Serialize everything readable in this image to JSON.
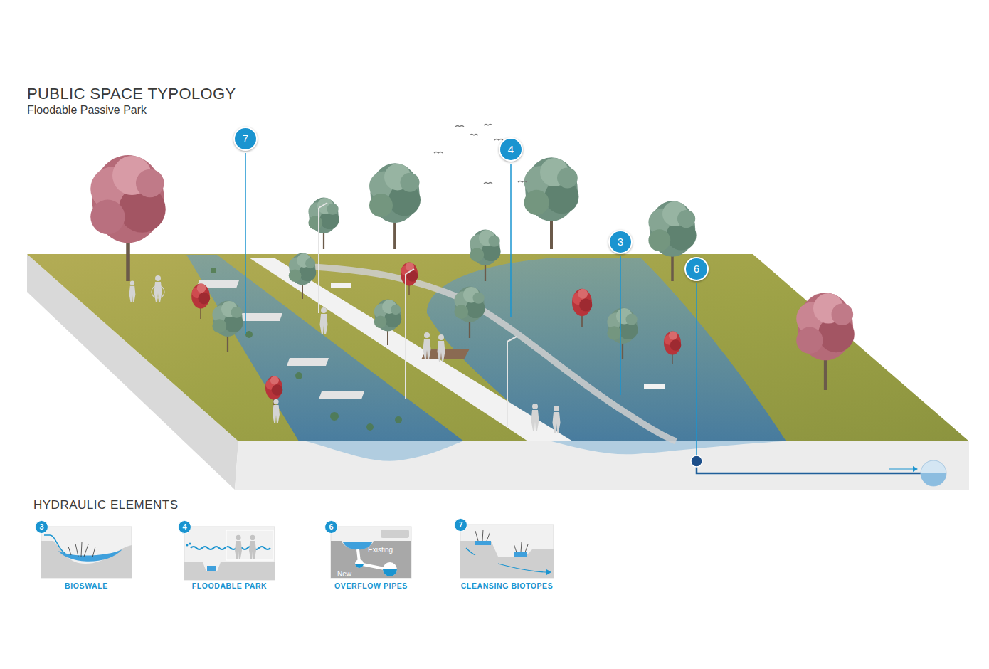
{
  "diagram": {
    "title": "PUBLIC SPACE TYPOLOGY",
    "nodes": [
      {
        "text": [
          "3",
          "BIOSWALE"
        ]
      },
      {
        "text": [
          "4",
          "FLOODABLE PARK"
        ]
      },
      {
        "text": [
          "6",
          "Existing",
          "New",
          "OVERFLOW PIPES"
        ]
      },
      {
        "text": [
          "7",
          "CLEANSING BIOTOPES"
        ]
      }
    ],
    "labels": [
      "Floodable Passive Park",
      "7",
      "4",
      "3",
      "6",
      "HYDRAULIC ELEMENTS"
    ]
  }
}
